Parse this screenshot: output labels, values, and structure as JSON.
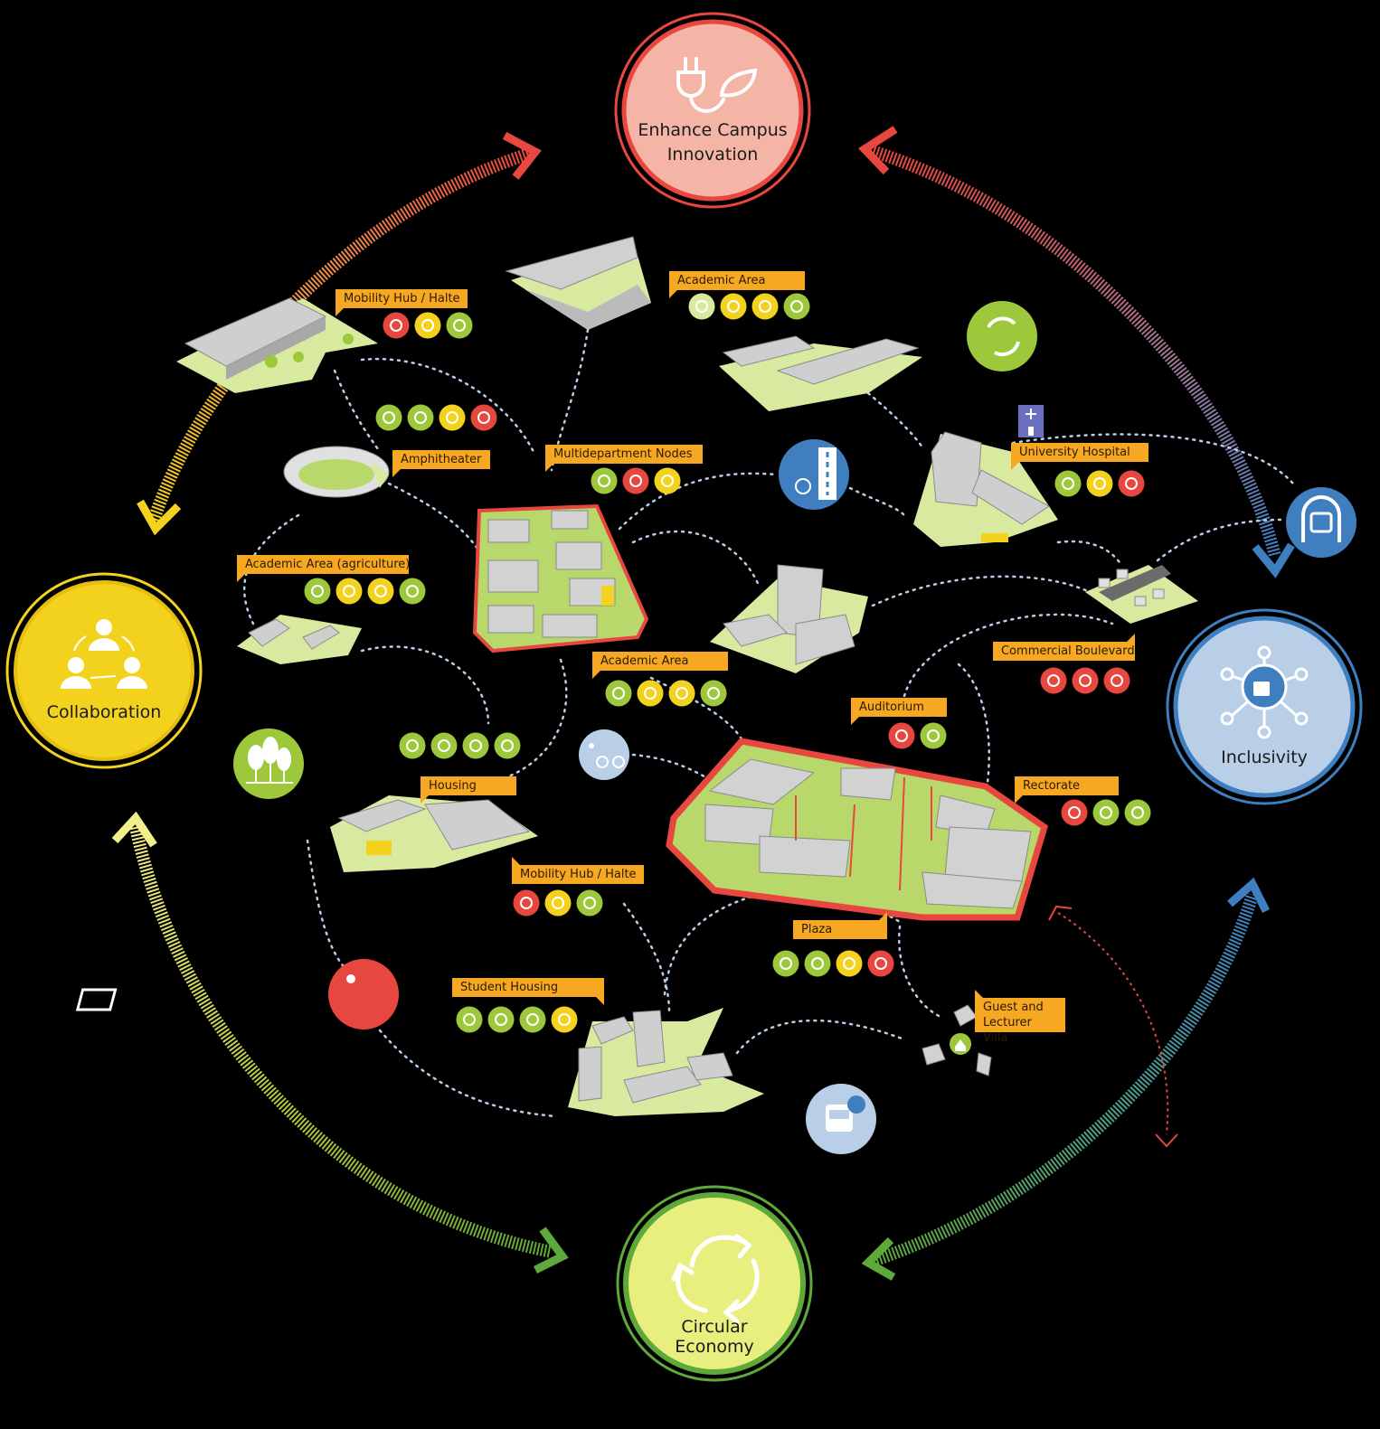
{
  "hubs": {
    "innovation": {
      "line1": "Enhance Campus",
      "line2": "Innovation"
    },
    "collaboration": {
      "line1": "Collaboration"
    },
    "inclusivity": {
      "line1": "Inclusivity"
    },
    "circular": {
      "line1": "Circular",
      "line2": "Economy"
    }
  },
  "labels": {
    "mobility_hub_1": "Mobility Hub / Halte",
    "academic_area_1": "Academic Area",
    "amphitheater": "Amphitheater",
    "multidepartment": "Multidepartment Nodes",
    "university_hospital": "University Hospital",
    "academic_agriculture": "Academic Area (agriculture)",
    "academic_area_2": "Academic Area",
    "commercial_boulevard": "Commercial Boulevard",
    "auditorium": "Auditorium",
    "housing": "Housing",
    "rectorate": "Rectorate",
    "mobility_hub_2": "Mobility Hub / Halte",
    "plaza": "Plaza",
    "student_housing": "Student Housing",
    "guest_villa_1": "Guest and",
    "guest_villa_2": "Lecturer Villa"
  },
  "colors": {
    "red": "#e8473f",
    "orange_label": "#f7a823",
    "yellow": "#f2d21d",
    "green": "#9dc83b",
    "light_green": "#d7eaa0",
    "blue": "#3f7fc0",
    "light_blue": "#b9cfe8",
    "pink": "#f4b5a6"
  }
}
